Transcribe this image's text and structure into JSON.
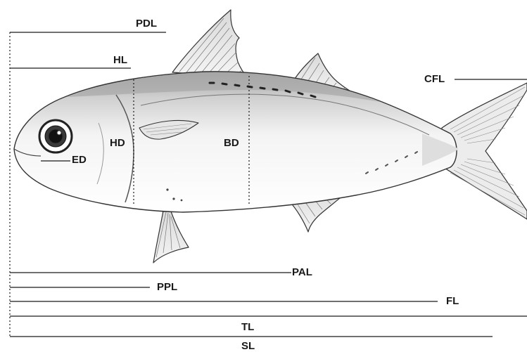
{
  "labels": {
    "pdl": "PDL",
    "hl": "HL",
    "cfl": "CFL",
    "hd": "HD",
    "bd": "BD",
    "ed": "ED",
    "pal": "PAL",
    "ppl": "PPL",
    "fl": "FL",
    "tl": "TL",
    "sl": "SL"
  },
  "colors": {
    "ink": "#1a1a1a",
    "body_fill": "#f2f2f2",
    "dorsal_shade": "#bdbdbd",
    "fin_fill": "#e8e8e8"
  }
}
